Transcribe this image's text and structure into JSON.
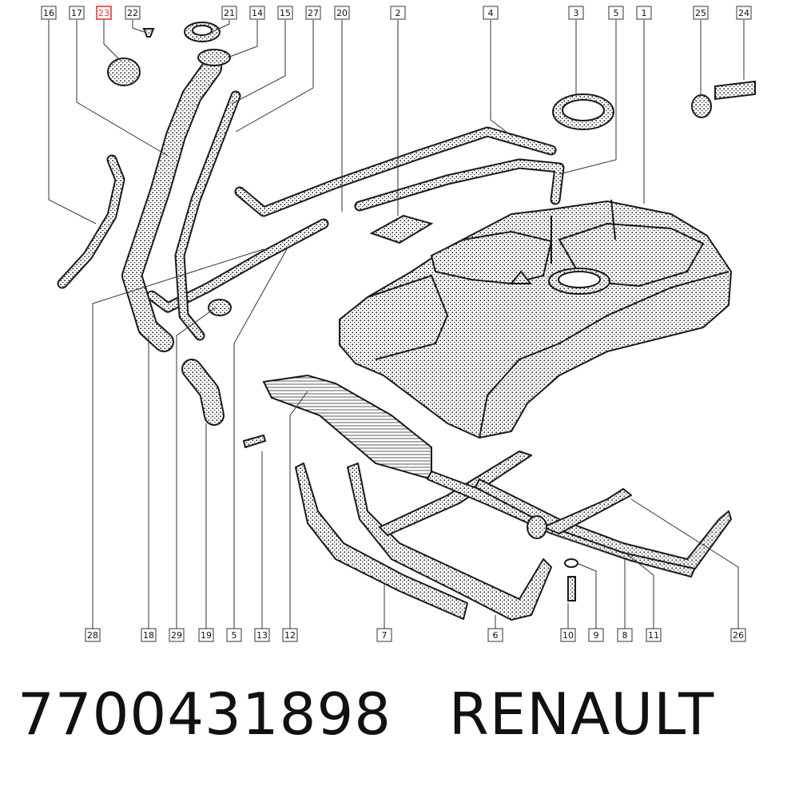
{
  "callouts_top": [
    "16",
    "17",
    "23",
    "22",
    "21",
    "14",
    "15",
    "27",
    "20",
    "2",
    "4",
    "3",
    "5",
    "1",
    "25",
    "24"
  ],
  "callouts_bottom": [
    "28",
    "18",
    "29",
    "19",
    "5",
    "13",
    "12",
    "7",
    "6",
    "10",
    "9",
    "8",
    "11",
    "26"
  ],
  "highlighted_callout": "23",
  "highlight_color": "#e53935",
  "caption": {
    "part_number": "7700431898",
    "brand": "RENAULT"
  }
}
